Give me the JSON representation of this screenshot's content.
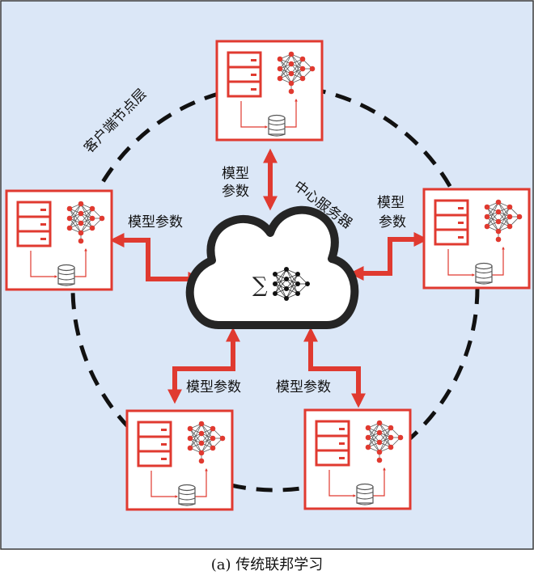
{
  "diagram": {
    "layer_label": "客户端节点层",
    "server_label": "中心服务器",
    "sum_symbol": "∑",
    "edge_labels": {
      "top": [
        "模型",
        "参数"
      ],
      "left": "模型参数",
      "right": [
        "模型",
        "参数"
      ],
      "bottom_left": "模型参数",
      "bottom_right": "模型参数"
    },
    "colors": {
      "background": "#dbe7f7",
      "accent_red": "#e03a30",
      "cloud_stroke": "#252525",
      "ring": "#111111"
    }
  },
  "caption": "(a) 传统联邦学习"
}
